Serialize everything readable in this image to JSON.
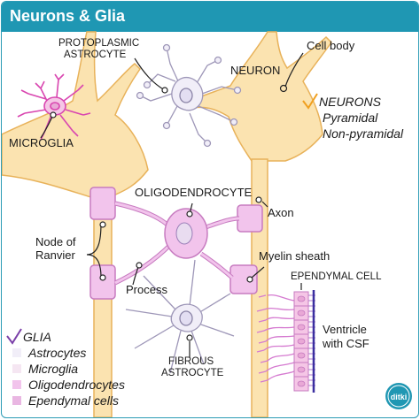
{
  "title": "Neurons & Glia",
  "colors": {
    "header": "#1f97b3",
    "neuron": "#f7d08a",
    "neuron_fill": "#fbe3b0",
    "myelin": "#f2c4ec",
    "myelin_stroke": "#c77bc0",
    "astrocyte": "#f1eef8",
    "microglia": "#d946b0",
    "ependymal": "#d57ad0",
    "ventricle_line": "#3b2fa0"
  },
  "labels": {
    "protoplasmic_line1": "PROTOPLASMIC",
    "protoplasmic_line2": "ASTROCYTE",
    "neuron": "NEURON",
    "cell_body": "Cell body",
    "microglia": "MICROGLIA",
    "oligodendrocyte": "OLIGODENDROCYTE",
    "axon": "Axon",
    "node_line1": "Node of",
    "node_line2": "Ranvier",
    "myelin_sheath": "Myelin sheath",
    "process": "Process",
    "ependymal_cell": "EPENDYMAL CELL",
    "ventricle_line1": "Ventricle",
    "ventricle_line2": "with CSF",
    "fibrous_line1": "FIBROUS",
    "fibrous_line2": "ASTROCYTE"
  },
  "neurons_legend": {
    "heading": "NEURONS",
    "items": [
      "Pyramidal",
      "Non-pyramidal"
    ]
  },
  "glia_legend": {
    "heading": "GLIA",
    "items": [
      "Astrocytes",
      "Microglia",
      "Oligodendrocytes",
      "Ependymal cells"
    ]
  },
  "logo": "ditki"
}
